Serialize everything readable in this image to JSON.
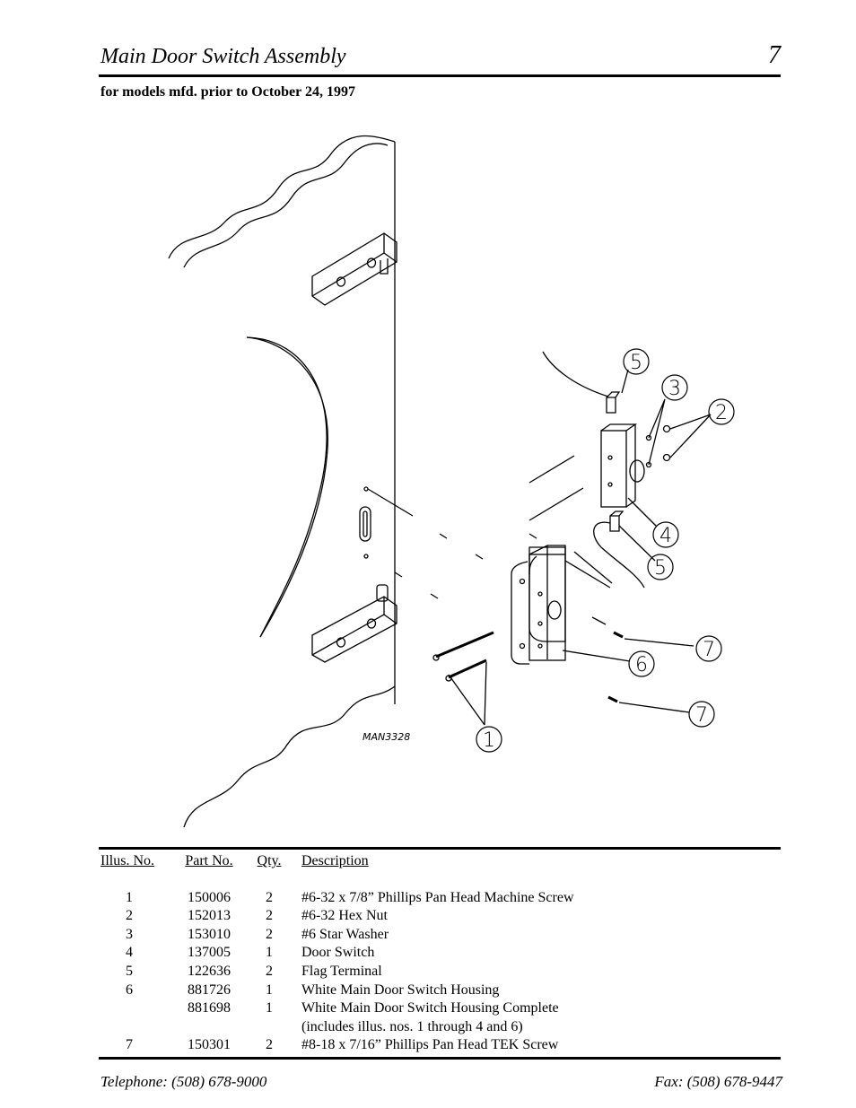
{
  "header": {
    "title": "Main Door Switch Assembly",
    "page_number": "7",
    "subtitle": "for models mfd. prior to October 24, 1997"
  },
  "diagram": {
    "drawing_code": "MAN3328",
    "callouts": [
      "5",
      "3",
      "2",
      "4",
      "5",
      "7",
      "6",
      "7",
      "1"
    ]
  },
  "parts_table": {
    "columns": [
      "Illus. No.",
      "Part  No.",
      "Qty.",
      "Description"
    ],
    "rows": [
      {
        "illus": "1",
        "part": "150006",
        "qty": "2",
        "desc": "#6-32 x 7/8” Phillips Pan Head Machine Screw"
      },
      {
        "illus": "2",
        "part": "152013",
        "qty": "2",
        "desc": "#6-32 Hex Nut"
      },
      {
        "illus": "3",
        "part": "153010",
        "qty": "2",
        "desc": "#6  Star  Washer"
      },
      {
        "illus": "4",
        "part": "137005",
        "qty": "1",
        "desc": "Door Switch"
      },
      {
        "illus": "5",
        "part": "122636",
        "qty": "2",
        "desc": "Flag Terminal"
      },
      {
        "illus": "6",
        "part": "881726",
        "qty": "1",
        "desc": "White Main Door Switch Housing"
      },
      {
        "illus": "",
        "part": "881698",
        "qty": "1",
        "desc": "White Main Door Switch Housing Complete"
      },
      {
        "illus": "",
        "part": "",
        "qty": "",
        "desc": "(includes illus. nos. 1 through 4 and 6)"
      },
      {
        "illus": "7",
        "part": "150301",
        "qty": "2",
        "desc": "#8-18 x 7/16” Phillips Pan Head TEK Screw"
      }
    ]
  },
  "footer": {
    "telephone": "Telephone: (508) 678-9000",
    "fax": "Fax: (508) 678-9447"
  }
}
